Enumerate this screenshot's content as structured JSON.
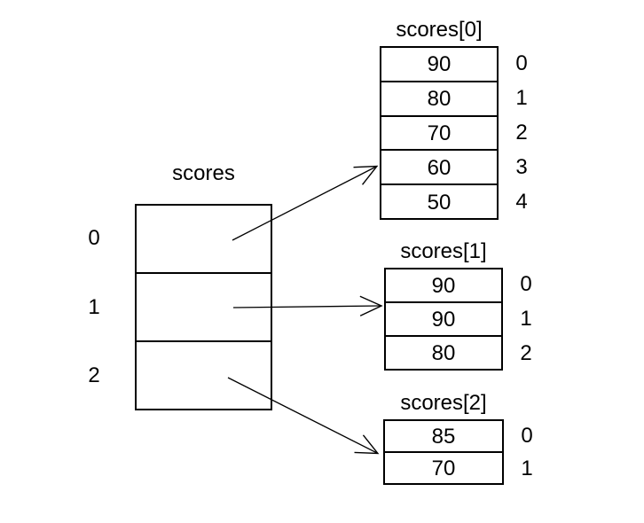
{
  "diagram": {
    "type": "jagged-array-diagram",
    "main_array": {
      "label": "scores",
      "indices": [
        "0",
        "1",
        "2"
      ]
    },
    "sub_arrays": [
      {
        "title": "scores[0]",
        "values": [
          "90",
          "80",
          "70",
          "60",
          "50"
        ],
        "indices": [
          "0",
          "1",
          "2",
          "3",
          "4"
        ]
      },
      {
        "title": "scores[1]",
        "values": [
          "90",
          "90",
          "80"
        ],
        "indices": [
          "0",
          "1",
          "2"
        ]
      },
      {
        "title": "scores[2]",
        "values": [
          "85",
          "70"
        ],
        "indices": [
          "0",
          "1"
        ]
      }
    ],
    "connections": [
      {
        "from": "scores cell 0",
        "to": "scores[0]"
      },
      {
        "from": "scores cell 1",
        "to": "scores[1]"
      },
      {
        "from": "scores cell 2",
        "to": "scores[2]"
      }
    ],
    "colors": {
      "line": "#000000",
      "text": "#000000",
      "background": "#ffffff"
    }
  }
}
